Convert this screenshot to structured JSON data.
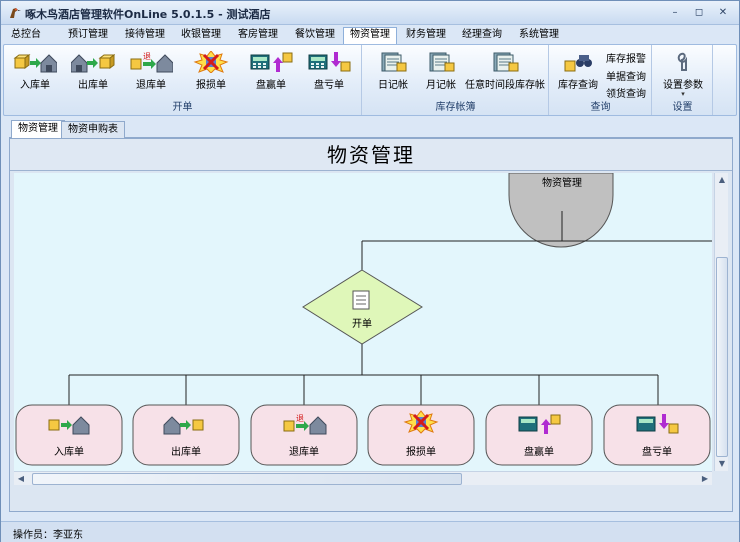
{
  "window": {
    "title": "啄木鸟酒店管理软件OnLine 5.0.1.5 - 测试酒店",
    "minimize": "–",
    "restore": "◻",
    "close": "✕"
  },
  "menu": {
    "items": [
      "总控台",
      "预订管理",
      "接待管理",
      "收银管理",
      "客房管理",
      "餐饮管理",
      "物资管理",
      "财务管理",
      "经理查询",
      "系统管理"
    ],
    "active_index": 6
  },
  "ribbon": {
    "group_open": {
      "label": "开单",
      "buttons": [
        "入库单",
        "出库单",
        "退库单",
        "报损单",
        "盘赢单",
        "盘亏单"
      ]
    },
    "group_stock": {
      "label": "库存帐簿",
      "buttons": [
        "日记帐",
        "月记帐",
        "任意时间段库存帐"
      ]
    },
    "group_query": {
      "label": "查询",
      "big_button": "库存查询",
      "small_buttons": [
        "库存报警",
        "单据查询",
        "领货查询"
      ]
    },
    "group_settings": {
      "label": "设置",
      "button": "设置参数"
    }
  },
  "tabs": [
    "物资管理",
    "物资申购表"
  ],
  "active_tab": 0,
  "document": {
    "header": "物资管理",
    "root_node": "物资管理",
    "decision_node": "开单",
    "leaf_nodes": [
      "入库单",
      "出库单",
      "退库单",
      "报损单",
      "盘赢单",
      "盘亏单"
    ],
    "return_mark": "退"
  },
  "status": {
    "operator_label": "操作员：",
    "operator_name": "李亚东"
  },
  "colors": {
    "accent": "#4a7fc1",
    "leaf_fill": "#f7e1e8",
    "decision_fill": "#dff7b9",
    "canvas_bg": "#e3f6fc",
    "root_fill": "#c0c0c0"
  }
}
